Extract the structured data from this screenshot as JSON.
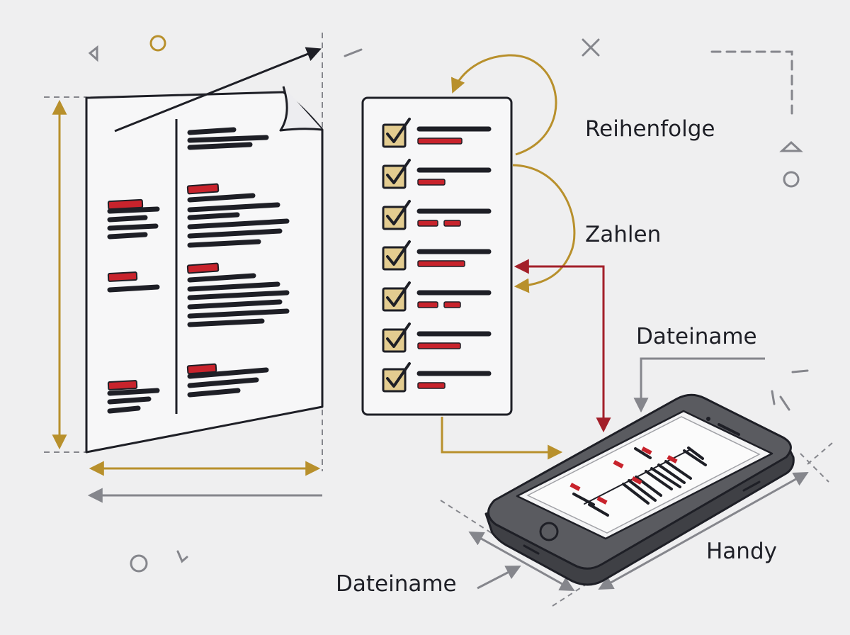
{
  "labels": {
    "order": "Reihenfolge",
    "numbers": "Zahlen",
    "filename_top": "Dateiname",
    "filename_bottom": "Dateiname",
    "phone": "Handy"
  },
  "colors": {
    "background": "#efeff0",
    "ink": "#1e1f26",
    "accent_red": "#c8232c",
    "accent_gold": "#b8902c",
    "checkbox_fill": "#e3cc90",
    "paper": "#f7f7f8",
    "phone_body": "#5a5b60",
    "dimension_gray": "#8a8b90"
  },
  "icons": [
    "document-icon",
    "checklist-icon",
    "checkbox-checked-icon",
    "smartphone-icon",
    "arrow-icon",
    "circle-deco-icon",
    "cross-deco-icon",
    "triangle-deco-icon"
  ]
}
